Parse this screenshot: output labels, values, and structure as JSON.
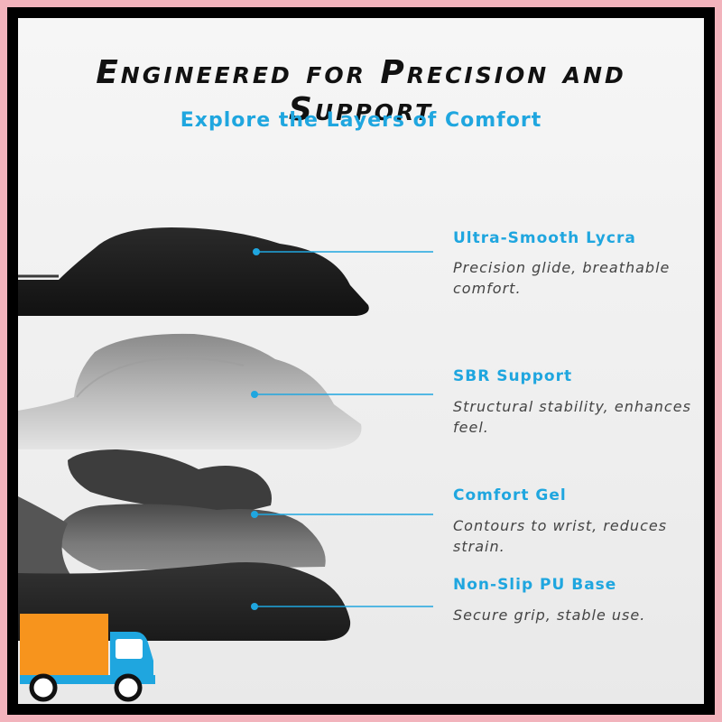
{
  "header": {
    "title": "Engineered for Precision and Support",
    "subtitle": "Explore the Layers of Comfort"
  },
  "layers": [
    {
      "title": "Ultra-Smooth Lycra",
      "description": "Precision glide, breathable comfort."
    },
    {
      "title": "SBR Support",
      "description": "Structural stability, enhances feel."
    },
    {
      "title": "Comfort Gel",
      "description": "Contours to wrist, reduces strain."
    },
    {
      "title": "Non-Slip PU Base",
      "description": "Secure grip, stable use."
    }
  ],
  "colors": {
    "accent": "#1fa6df",
    "border": "#f2b3bc",
    "truck_cargo": "#f7941d",
    "truck_cab": "#1fa6df"
  },
  "icons": [
    "truck-icon"
  ]
}
